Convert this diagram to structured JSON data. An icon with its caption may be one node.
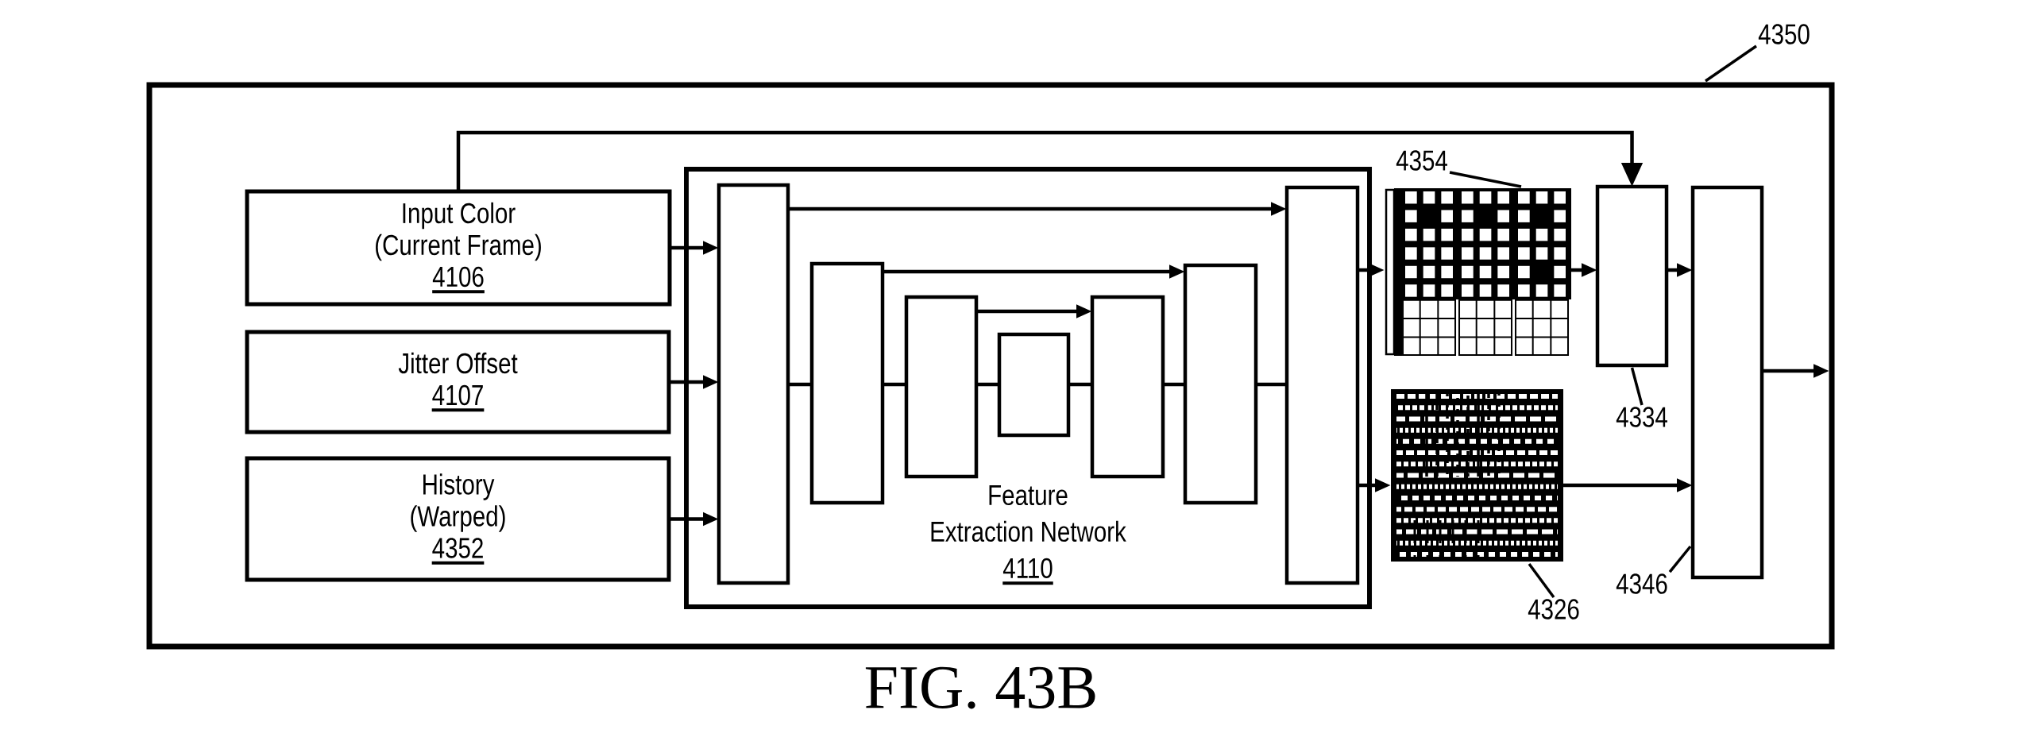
{
  "diagram": {
    "caption": "FIG. 43B",
    "nodes": [
      {
        "text": [],
        "shape": "box"
      },
      {
        "text": [
          "4350"
        ]
      },
      {
        "text": [
          "Input Color (Current Frame)",
          "4106"
        ],
        "in": 0
      },
      {
        "text": [
          "Jitter Offset",
          "4107"
        ],
        "in": 0
      },
      {
        "text": [
          "History (Warped)",
          "4352"
        ],
        "in": 0
      },
      {
        "text": [
          "Feature Extraction Network",
          "4110"
        ],
        "in": 0
      },
      {
        "text": [],
        "shape": "box",
        "in": 5
      },
      {
        "text": [],
        "shape": "box",
        "in": 5
      },
      {
        "text": [],
        "shape": "box",
        "in": 5
      },
      {
        "text": [],
        "shape": "box",
        "in": 5
      },
      {
        "text": [],
        "shape": "box",
        "in": 5
      },
      {
        "text": [],
        "shape": "box",
        "in": 5
      },
      {
        "text": [],
        "shape": "box",
        "in": 5
      },
      {
        "text": [],
        "shape": "picture",
        "in": 0
      },
      {
        "text": [
          "4354"
        ],
        "in": 0
      },
      {
        "text": [],
        "shape": "picture",
        "in": 0
      },
      {
        "text": [
          "4326"
        ],
        "in": 0
      },
      {
        "text": [],
        "shape": "box",
        "in": 0
      },
      {
        "text": [
          "4334"
        ],
        "in": 0
      },
      {
        "text": [],
        "shape": "box",
        "in": 0
      },
      {
        "text": [
          "4346"
        ],
        "in": 0
      }
    ],
    "edges": [
      {
        "from": 1,
        "to": 0,
        "arrow": "none"
      },
      {
        "from": 2,
        "to": 6,
        "arrow": "to"
      },
      {
        "from": 3,
        "to": 6,
        "arrow": "to"
      },
      {
        "from": 4,
        "to": 6,
        "arrow": "to"
      },
      {
        "from": 2,
        "to": 17,
        "arrow": "to"
      },
      {
        "from": 6,
        "to": 7,
        "arrow": "none"
      },
      {
        "from": 7,
        "to": 8,
        "arrow": "none"
      },
      {
        "from": 8,
        "to": 9,
        "arrow": "none"
      },
      {
        "from": 9,
        "to": 10,
        "arrow": "none"
      },
      {
        "from": 10,
        "to": 11,
        "arrow": "none"
      },
      {
        "from": 11,
        "to": 12,
        "arrow": "none"
      },
      {
        "from": 6,
        "to": 12,
        "arrow": "to"
      },
      {
        "from": 7,
        "to": 11,
        "arrow": "to"
      },
      {
        "from": 8,
        "to": 10,
        "arrow": "to"
      },
      {
        "from": 12,
        "to": 13,
        "arrow": "to"
      },
      {
        "from": 12,
        "to": 15,
        "arrow": "to"
      },
      {
        "from": 13,
        "to": 17,
        "arrow": "to"
      },
      {
        "from": 17,
        "to": 19,
        "arrow": "to"
      },
      {
        "from": 15,
        "to": 19,
        "arrow": "to"
      },
      {
        "from": 19,
        "to": 0,
        "arrow": "to"
      },
      {
        "from": 14,
        "to": 13,
        "arrow": "none"
      },
      {
        "from": 18,
        "to": 17,
        "arrow": "none"
      },
      {
        "from": 16,
        "to": 15,
        "arrow": "none"
      },
      {
        "from": 20,
        "to": 19,
        "arrow": "none"
      }
    ]
  }
}
